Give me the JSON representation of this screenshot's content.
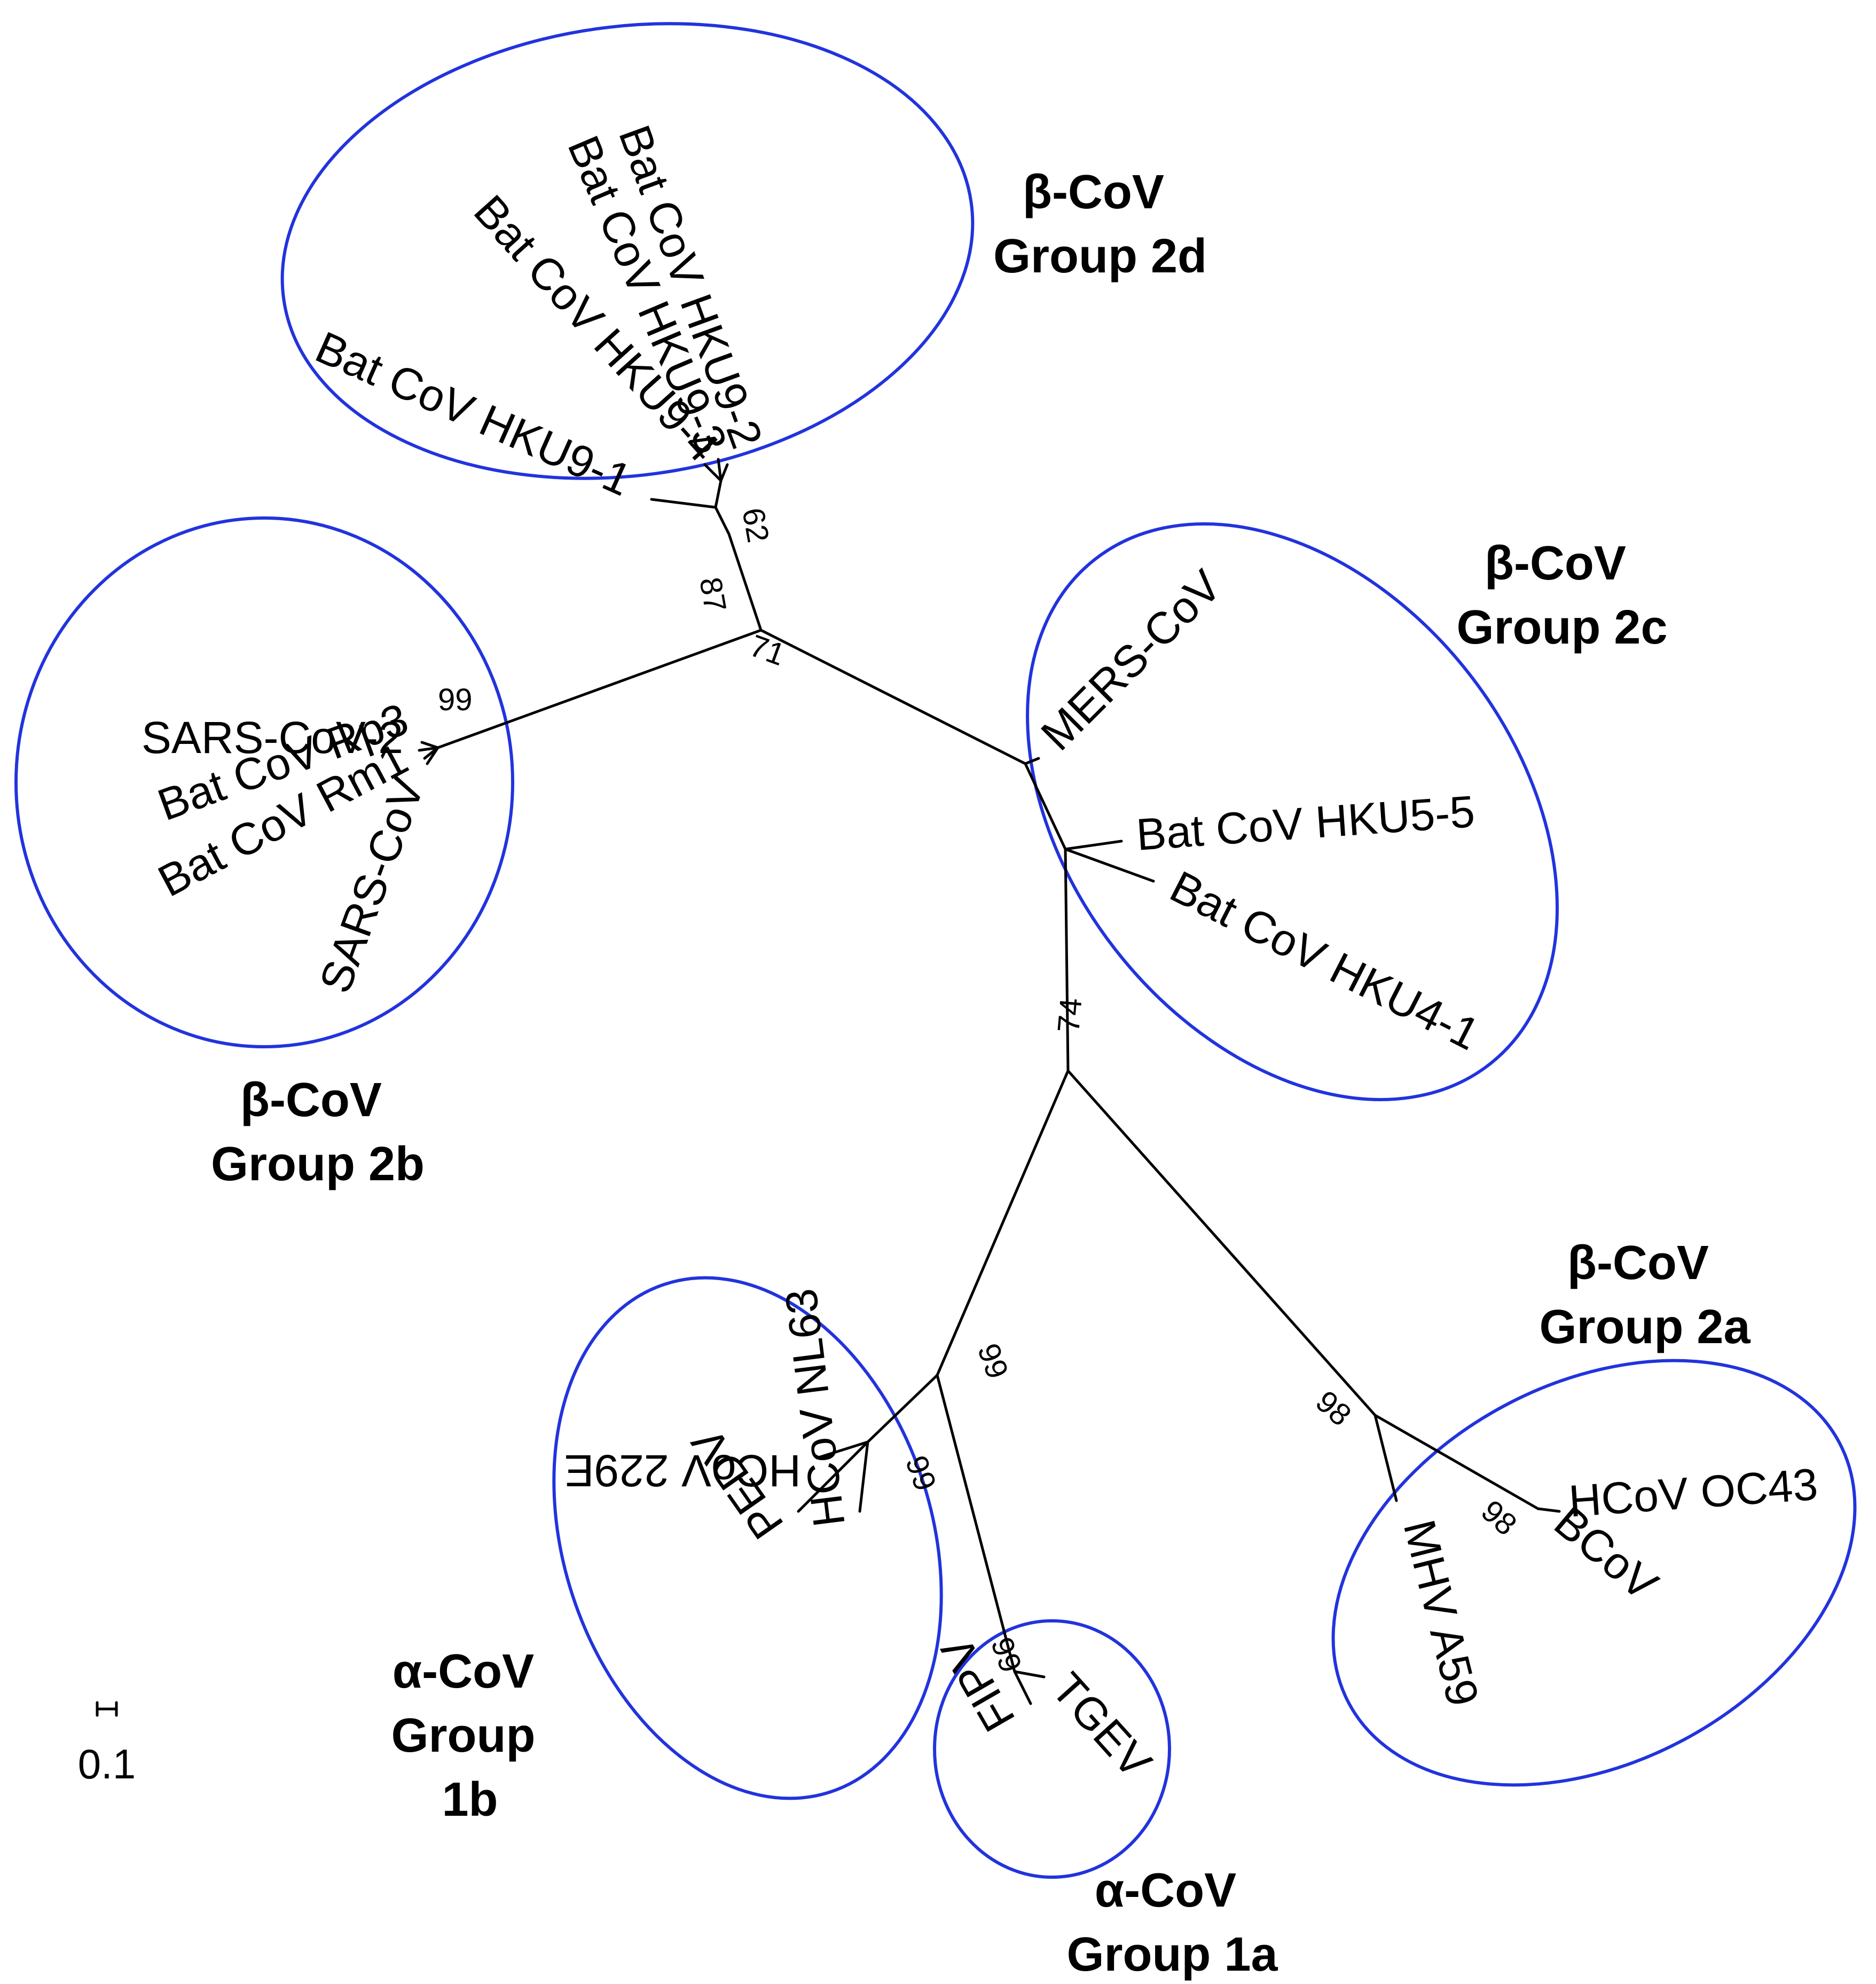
{
  "figure": {
    "type": "unrooted phylogenetic tree",
    "outline_color": "#2233dd",
    "scale_bar_label": "0.1"
  },
  "groups": [
    {
      "id": "g2d",
      "line1": "β-CoV",
      "line2": "Group  2d",
      "line3": ""
    },
    {
      "id": "g2b",
      "line1": "β-CoV",
      "line2": "Group  2b",
      "line3": ""
    },
    {
      "id": "g2c",
      "line1": "β-CoV",
      "line2": "Group  2c",
      "line3": ""
    },
    {
      "id": "g2a",
      "line1": "β-CoV",
      "line2": "Group  2a",
      "line3": ""
    },
    {
      "id": "g1b",
      "line1": "α-CoV",
      "line2": "Group",
      "line3": "1b"
    },
    {
      "id": "g1a",
      "line1": "α-CoV",
      "line2": "Group  1a",
      "line3": ""
    }
  ],
  "leaves": [
    {
      "id": "hku9_1",
      "label": "Bat CoV HKU9-1"
    },
    {
      "id": "hku9_4",
      "label": "Bat CoV HKU9-4"
    },
    {
      "id": "hku9_3",
      "label": "Bat CoV HKU9-3"
    },
    {
      "id": "hku9_2",
      "label": "Bat CoV HKU9-2"
    },
    {
      "id": "rp3",
      "label": "Bat CoV Rp3"
    },
    {
      "id": "sars2",
      "label": "SARS-CoV-2"
    },
    {
      "id": "rm1",
      "label": "Bat CoV Rm1"
    },
    {
      "id": "sars",
      "label": "SARS-CoV"
    },
    {
      "id": "mers",
      "label": "MERS-CoV"
    },
    {
      "id": "hku5",
      "label": "Bat CoV HKU5-5"
    },
    {
      "id": "hku4",
      "label": "Bat CoV HKU4-1"
    },
    {
      "id": "hcov229e",
      "label": "HCoV 229E"
    },
    {
      "id": "pedv",
      "label": "PEDV"
    },
    {
      "id": "nl63",
      "label": "HCoV NL63"
    },
    {
      "id": "tgev",
      "label": "TGEV"
    },
    {
      "id": "fipv",
      "label": "FIPV"
    },
    {
      "id": "mhv",
      "label": "MHV A59"
    },
    {
      "id": "oc43",
      "label": "HCoV OC43"
    },
    {
      "id": "bcov",
      "label": "BCoV"
    }
  ],
  "bootstrap": {
    "n62": "62",
    "n87": "87",
    "n71": "71",
    "n99_sars": "99",
    "n74": "74",
    "n99_alpha": "99",
    "n99_1b": "99",
    "n99_1a": "99",
    "n98_2a": "98",
    "n98_oc43": "98"
  }
}
